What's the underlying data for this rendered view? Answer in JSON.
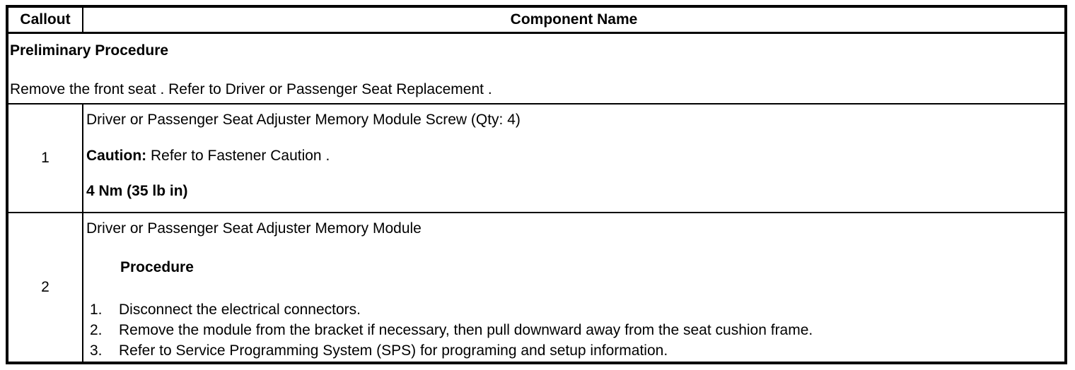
{
  "table": {
    "header": {
      "callout": "Callout",
      "component": "Component Name"
    },
    "preliminary": {
      "title": "Preliminary Procedure",
      "text": "Remove the front seat . Refer to Driver or Passenger Seat Replacement ."
    },
    "rows": [
      {
        "callout": "1",
        "component_name": "Driver or Passenger Seat Adjuster Memory Module Screw (Qty: 4)",
        "caution_label": "Caution:",
        "caution_text": " Refer to Fastener Caution .",
        "torque": "4 Nm (35 lb in)"
      },
      {
        "callout": "2",
        "component_name": "Driver or Passenger Seat Adjuster Memory Module",
        "procedure_label": "Procedure",
        "steps": [
          {
            "num": "1.",
            "text": "Disconnect the electrical connectors."
          },
          {
            "num": "2.",
            "text": "Remove the module from the bracket if necessary, then pull downward away from the seat cushion frame."
          },
          {
            "num": "3.",
            "text": "Refer to Service Programming System (SPS) for programing and setup information."
          }
        ]
      }
    ]
  }
}
